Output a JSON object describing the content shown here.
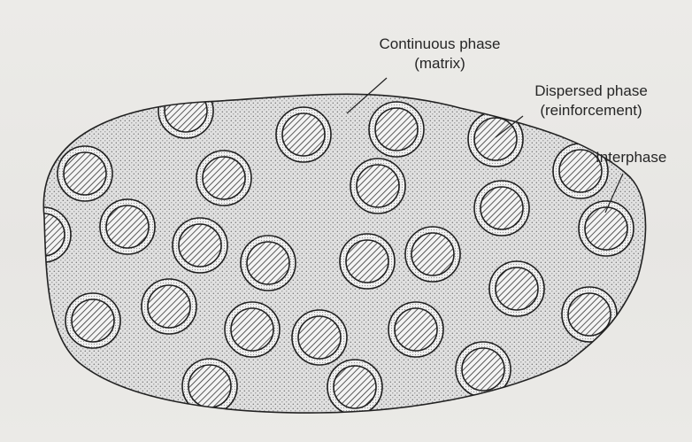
{
  "labels": {
    "matrix": {
      "line1": "Continuous phase",
      "line2": "(matrix)"
    },
    "reinforcement": {
      "line1": "Dispersed phase",
      "line2": "(reinforcement)"
    },
    "interphase": {
      "line1": "Interphase"
    }
  },
  "colors": {
    "background": "#e9e9e7",
    "matrix_fill": "#e1e1e1",
    "stipple": "#777777",
    "outline": "#222222"
  }
}
